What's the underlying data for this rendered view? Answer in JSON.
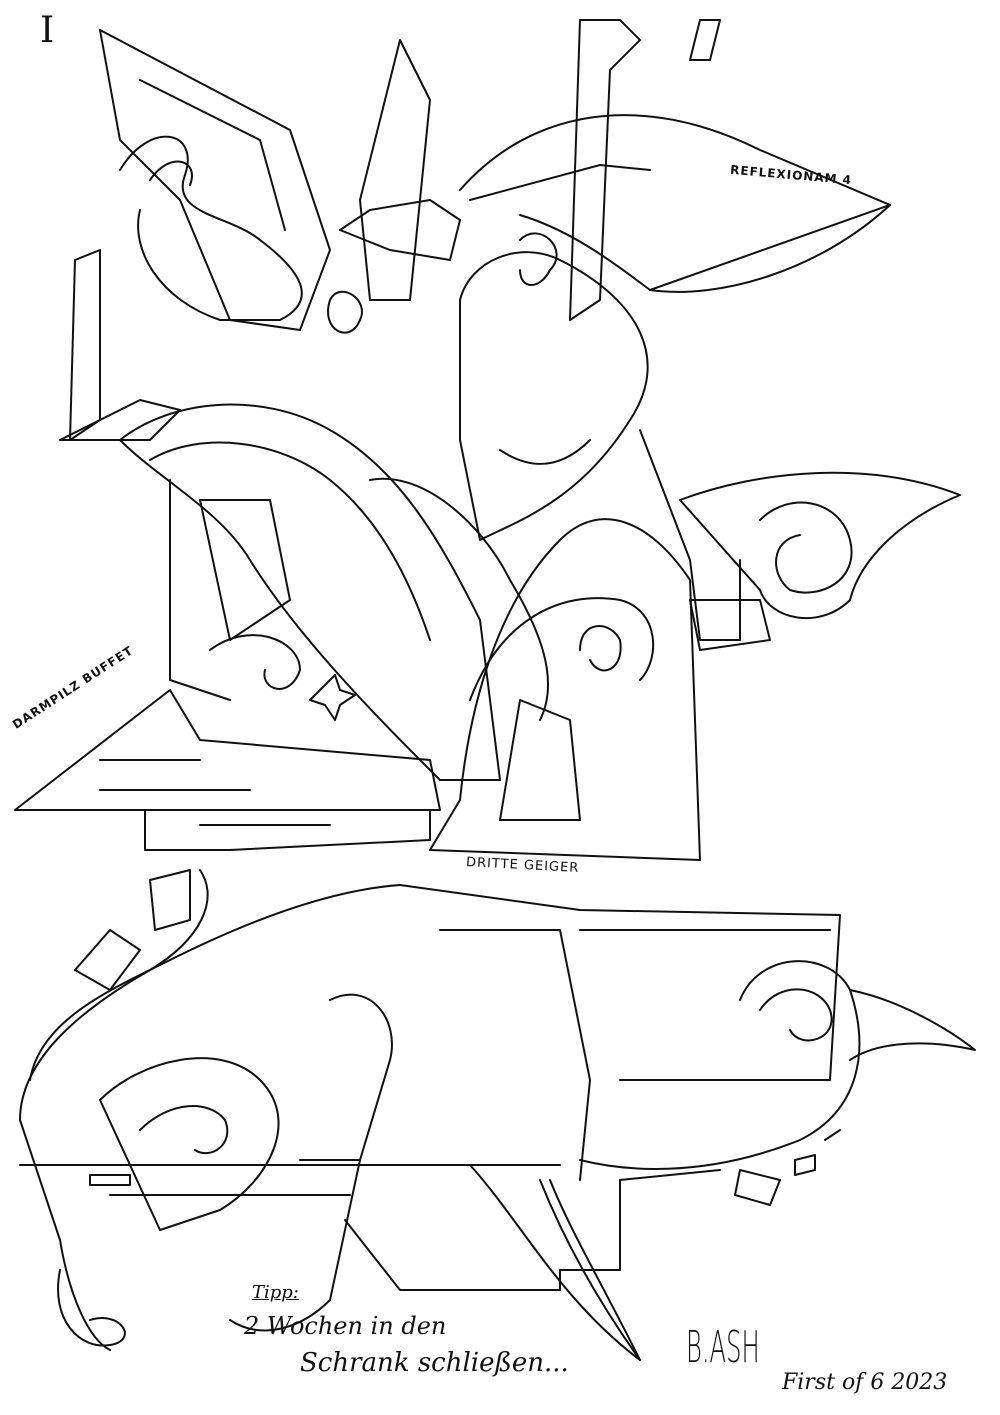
{
  "drawing": {
    "page_number": "I",
    "labels": {
      "reflexion": "REFLEXIONAM 4",
      "darmpilz": "DARMPILZ BUFFET",
      "dritte": "DRITTE GEIGER"
    },
    "tip": {
      "heading": "Tipp:",
      "line1": "2 Wochen in den",
      "line2": "Schrank schließen..."
    },
    "signature": "B.ASH",
    "series": "First of 6 2023",
    "ink_color": "#111111",
    "paper_color": "#ffffff"
  }
}
